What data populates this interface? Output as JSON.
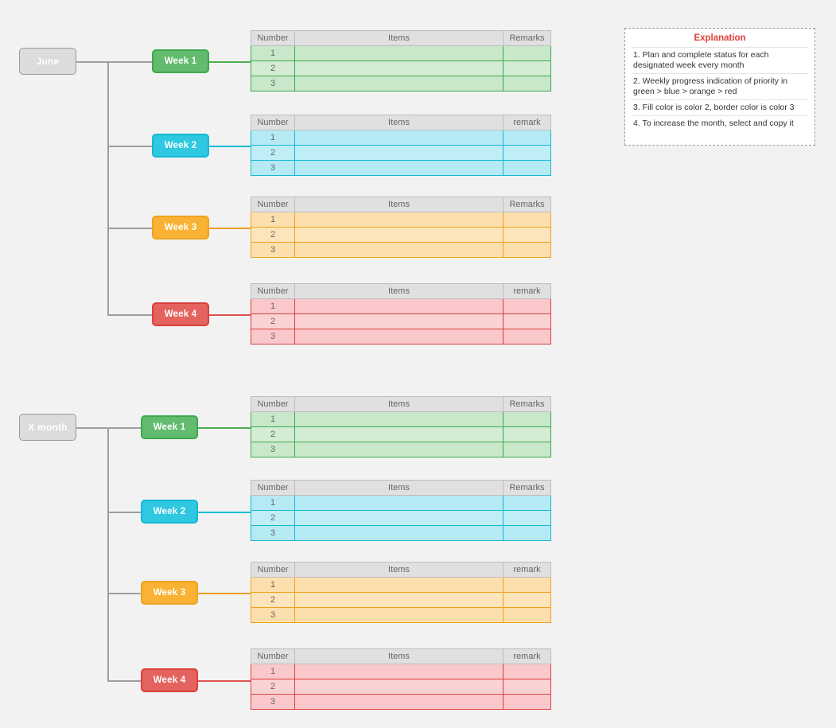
{
  "background_color": "#f2f2f2",
  "palette": {
    "month_fill": "#dcdcdc",
    "month_border": "#9a9a9a",
    "connector_grey": "#9e9e9e",
    "header_fill": "#e0e0e0",
    "header_border": "#bdbdbd",
    "header_text": "#666666",
    "green_fill": "#62bb6e",
    "green_border": "#3da94f",
    "green_row": "#c9e8c9",
    "green_row_alt": "#d3ecd3",
    "green_line": "#4caf50",
    "blue_fill": "#2fc8e0",
    "blue_border": "#15b9d4",
    "blue_row": "#b5eaf4",
    "blue_row_alt": "#bfeef6",
    "blue_line": "#16bcd4",
    "orange_fill": "#f9b233",
    "orange_border": "#eda31f",
    "orange_row": "#fcdfac",
    "orange_row_alt": "#fde5bb",
    "orange_line": "#eda021",
    "red_fill": "#e4635f",
    "red_border": "#d9413c",
    "red_row": "#fac8cb",
    "red_row_alt": "#fbd2d4",
    "red_line": "#e0514c"
  },
  "explanation": {
    "title": "Explanation",
    "items": [
      "1. Plan and complete status for each designated week every month",
      "2. Weekly progress indication of priority in green > blue > orange > red",
      "3. Fill color is color 2, border color is color 3",
      "4. To increase the month, select and copy it"
    ]
  },
  "groups": [
    {
      "id": "june",
      "month_label": "June",
      "weeks": [
        {
          "label": "Week 1",
          "color_key": "green",
          "table": {
            "headers": [
              "Number",
              "Items",
              "Remarks"
            ],
            "rows": [
              {
                "number": "1",
                "items": "",
                "remarks": ""
              },
              {
                "number": "2",
                "items": "",
                "remarks": ""
              },
              {
                "number": "3",
                "items": "",
                "remarks": ""
              }
            ]
          }
        },
        {
          "label": "Week 2",
          "color_key": "blue",
          "table": {
            "headers": [
              "Number",
              "Items",
              "remark"
            ],
            "rows": [
              {
                "number": "1",
                "items": "",
                "remarks": ""
              },
              {
                "number": "2",
                "items": "",
                "remarks": ""
              },
              {
                "number": "3",
                "items": "",
                "remarks": ""
              }
            ]
          }
        },
        {
          "label": "Week 3",
          "color_key": "orange",
          "table": {
            "headers": [
              "Number",
              "Items",
              "Remarks"
            ],
            "rows": [
              {
                "number": "1",
                "items": "",
                "remarks": ""
              },
              {
                "number": "2",
                "items": "",
                "remarks": ""
              },
              {
                "number": "3",
                "items": "",
                "remarks": ""
              }
            ]
          }
        },
        {
          "label": "Week 4",
          "color_key": "red",
          "table": {
            "headers": [
              "Number",
              "Items",
              "remark"
            ],
            "rows": [
              {
                "number": "1",
                "items": "",
                "remarks": ""
              },
              {
                "number": "2",
                "items": "",
                "remarks": ""
              },
              {
                "number": "3",
                "items": "",
                "remarks": ""
              }
            ]
          }
        }
      ]
    },
    {
      "id": "x-month",
      "month_label": "X month",
      "weeks": [
        {
          "label": "Week 1",
          "color_key": "green",
          "table": {
            "headers": [
              "Number",
              "Items",
              "Remarks"
            ],
            "rows": [
              {
                "number": "1",
                "items": "",
                "remarks": ""
              },
              {
                "number": "2",
                "items": "",
                "remarks": ""
              },
              {
                "number": "3",
                "items": "",
                "remarks": ""
              }
            ]
          }
        },
        {
          "label": "Week 2",
          "color_key": "blue",
          "table": {
            "headers": [
              "Number",
              "Items",
              "Remarks"
            ],
            "rows": [
              {
                "number": "1",
                "items": "",
                "remarks": ""
              },
              {
                "number": "2",
                "items": "",
                "remarks": ""
              },
              {
                "number": "3",
                "items": "",
                "remarks": ""
              }
            ]
          }
        },
        {
          "label": "Week 3",
          "color_key": "orange",
          "table": {
            "headers": [
              "Number",
              "Items",
              "remark"
            ],
            "rows": [
              {
                "number": "1",
                "items": "",
                "remarks": ""
              },
              {
                "number": "2",
                "items": "",
                "remarks": ""
              },
              {
                "number": "3",
                "items": "",
                "remarks": ""
              }
            ]
          }
        },
        {
          "label": "Week 4",
          "color_key": "red",
          "table": {
            "headers": [
              "Number",
              "Items",
              "remark"
            ],
            "rows": [
              {
                "number": "1",
                "items": "",
                "remarks": ""
              },
              {
                "number": "2",
                "items": "",
                "remarks": ""
              },
              {
                "number": "3",
                "items": "",
                "remarks": ""
              }
            ]
          }
        }
      ]
    }
  ]
}
